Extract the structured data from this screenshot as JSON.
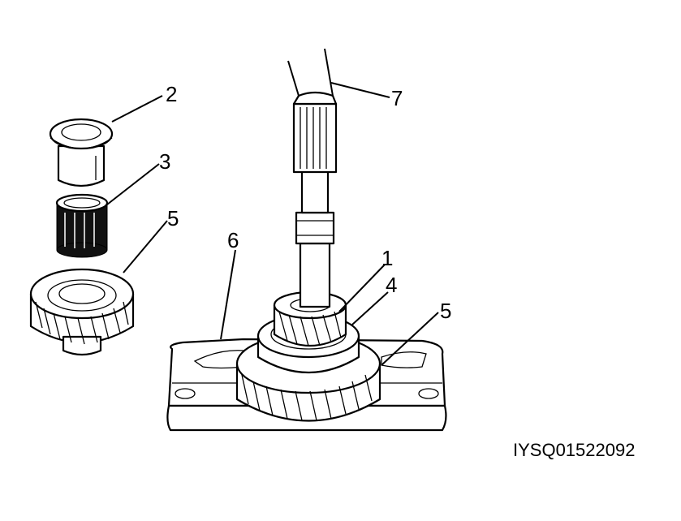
{
  "callouts": {
    "c1": "1",
    "c2": "2",
    "c3": "3",
    "c4": "4",
    "c5a": "5",
    "c5b": "5",
    "c6": "6",
    "c7": "7"
  },
  "figure_code": "IYSQ01522092"
}
